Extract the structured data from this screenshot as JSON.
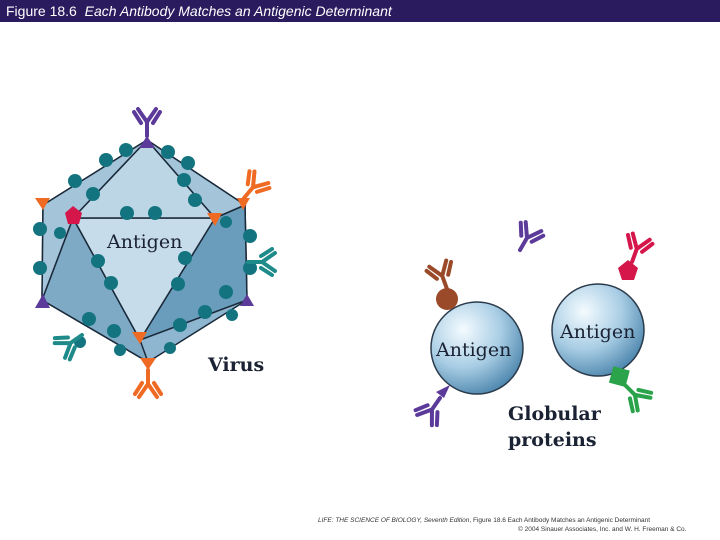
{
  "title": {
    "label": "Figure 18.6",
    "caption": "Each Antibody Matches an Antigenic Determinant"
  },
  "labels": {
    "antigen_virus": "Antigen",
    "virus": "Virus",
    "antigen_left": "Antigen",
    "antigen_right": "Antigen",
    "globular_line1": "Globular",
    "globular_line2": "proteins"
  },
  "credit": {
    "line1_prefix": "LIFE: THE SCIENCE OF BIOLOGY, Seventh Edition",
    "line1_rest": ", Figure 18.6 Each Antibody Matches an Antigenic Determinant",
    "line2": "© 2004 Sinauer Associates, Inc. and W. H. Freeman & Co."
  },
  "colors": {
    "title_bar": "#2a1a5e",
    "purple": "#5b3a9a",
    "orange": "#ef6a22",
    "teal": "#1e8a8a",
    "brown": "#9a4a28",
    "crimson": "#d4164a",
    "green": "#2aa34a",
    "virus_face": "#bcd6e6",
    "virus_shadow": "#6a9cbc",
    "dot": "#137480"
  }
}
